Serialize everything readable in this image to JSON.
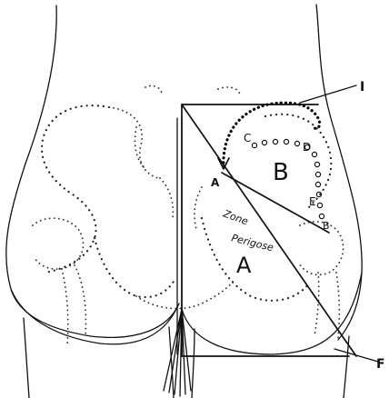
{
  "figure": {
    "labels": {
      "I": "I",
      "A_point": "A",
      "B_region": "B",
      "C": "C",
      "D": "D",
      "E": "E",
      "B_point": "B",
      "F": "F",
      "A_region": "A",
      "zone_line1": "Zone",
      "zone_line2": "Perigose"
    },
    "colors": {
      "ink": "#111111",
      "paper": "#ffffff"
    }
  }
}
